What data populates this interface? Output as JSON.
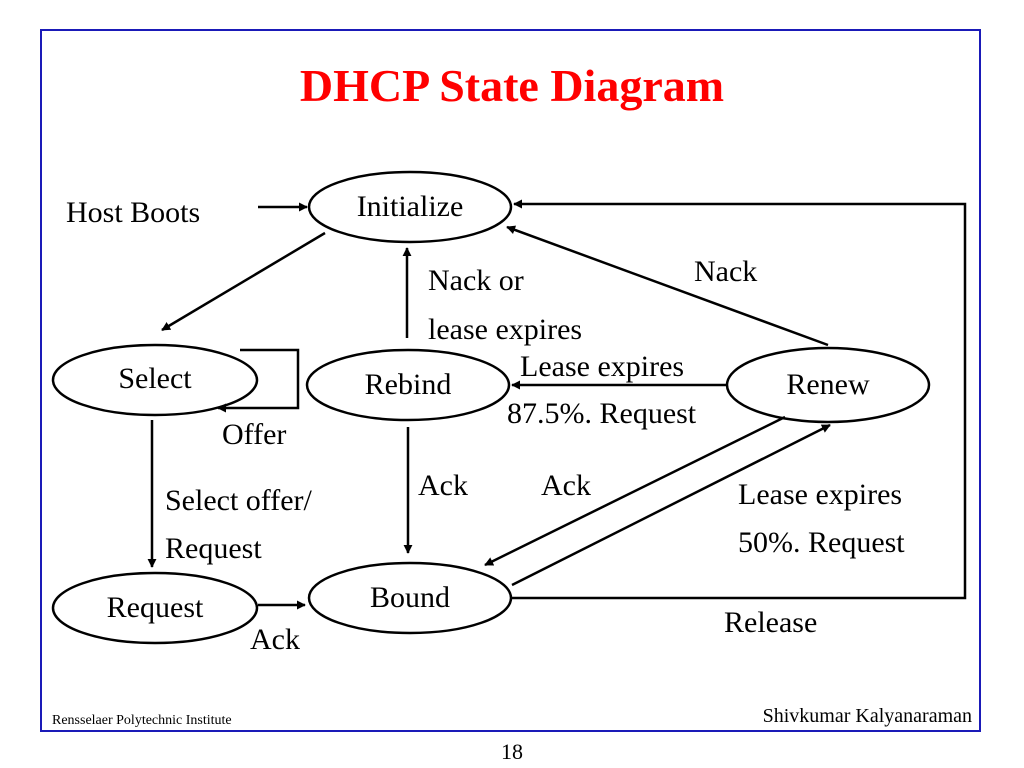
{
  "slide": {
    "title": "DHCP State Diagram",
    "page_number": "18",
    "footer_left": "Rensselaer Polytechnic Institute",
    "footer_right": "Shivkumar Kalyanaraman"
  },
  "diagram": {
    "states": {
      "initialize": "Initialize",
      "select": "Select",
      "rebind": "Rebind",
      "renew": "Renew",
      "request": "Request",
      "bound": "Bound"
    },
    "transitions": {
      "host_boots": "Host Boots",
      "nack_or": "Nack or",
      "lease_expires_line": "lease expires",
      "nack": "Nack",
      "lease_expires_rebind": "Lease expires",
      "pct_87": "87.5%. Request",
      "offer": "Offer",
      "select_offer": "Select offer/",
      "request_line": "Request",
      "ack_rebind": "Ack",
      "ack_renew": "Ack",
      "lease_expires_renew": "Lease expires",
      "pct_50": "50%. Request",
      "ack_request": "Ack",
      "release": "Release"
    },
    "colors": {
      "title": "#ff0000",
      "frame": "#1a1ab8",
      "lines": "#000000"
    }
  }
}
